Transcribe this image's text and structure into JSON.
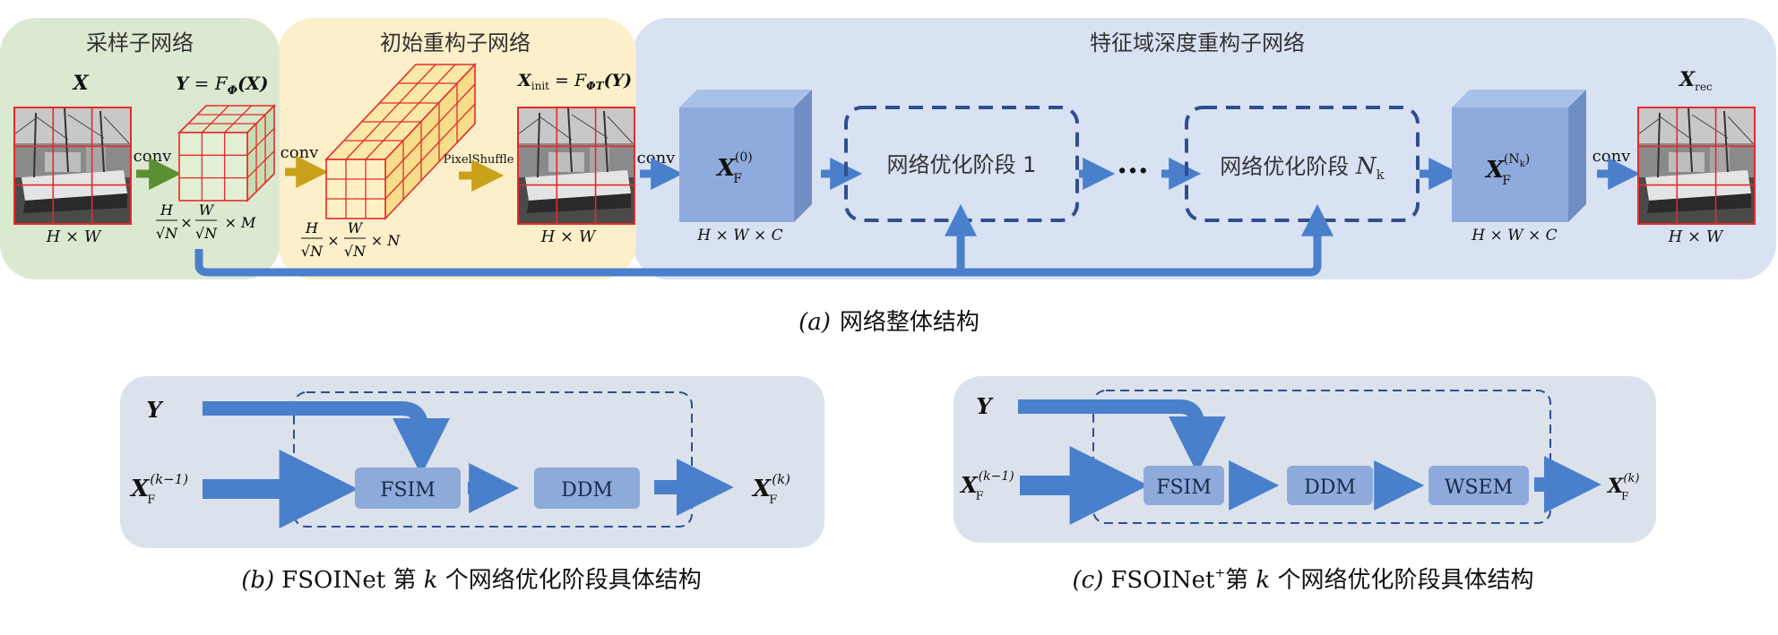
{
  "colors": {
    "sampling_bg": "#dce9d1",
    "initial_bg": "#fcefc9",
    "feature_bg": "#d9e2f3",
    "bottom_bg": "#dbe2ec",
    "arrow_blue": "#4a7fcc",
    "arrow_green": "#5a8f32",
    "arrow_gold": "#c9a21a",
    "cube_blue": "#8faadc",
    "dash_navy": "#2f4f8f",
    "grid_red": "#e52b2b",
    "block_blue": "#8eaadb"
  },
  "part_a": {
    "caption_label": "(a)",
    "caption_text": "网络整体结构",
    "sampling": {
      "title": "采样子网络",
      "input_label": "X",
      "output_label_lhs": "Y",
      "output_label_eq": " = F",
      "output_label_sub": "Φ",
      "output_label_arg": "(X)",
      "conv": "conv",
      "dim_h": "H",
      "dim_w": "W",
      "dim_sqrt": "√N",
      "dim_m": "× M",
      "img_dim": "H × W"
    },
    "initial": {
      "title": "初始重构子网络",
      "conv": "conv",
      "pixelshuffle": "PixelShuffle",
      "output_label": "X",
      "output_sub": "init",
      "output_eq": " = F",
      "output_sub2": "ΦT",
      "output_arg": "(Y)",
      "dim_h": "H",
      "dim_w": "W",
      "dim_sqrt": "√N",
      "dim_n": "× N",
      "img_dim": "H × W"
    },
    "feature": {
      "title": "特征域深度重构子网络",
      "conv_in": "conv",
      "cube_in_label": "X",
      "cube_in_sub": "F",
      "cube_in_sup": "(0)",
      "cube_in_dim": "H × W × C",
      "stage1": "网络优化阶段 1",
      "stageN_text": "网络优化阶段 ",
      "stageN_var": "N",
      "stageN_sub": "k",
      "dots": "···",
      "cube_out_label": "X",
      "cube_out_sub": "F",
      "cube_out_sup": "(N",
      "cube_out_sup_sub": "k",
      "cube_out_sup_close": ")",
      "cube_out_dim": "H × W × C",
      "conv_out": "conv",
      "rec_label": "X",
      "rec_sub": "rec",
      "img_dim": "H × W"
    }
  },
  "part_b": {
    "caption_label": "(b)",
    "caption_text_1": "FSOINet 第 ",
    "caption_var": "k",
    "caption_text_2": " 个网络优化阶段具体结构",
    "y_label": "Y",
    "in_label": "X",
    "in_sub": "F",
    "in_sup": "(k−1)",
    "out_label": "X",
    "out_sub": "F",
    "out_sup": "(k)",
    "blocks": [
      "FSIM",
      "DDM"
    ]
  },
  "part_c": {
    "caption_label": "(c)",
    "caption_text_1": "FSOINet",
    "caption_plus": "+",
    "caption_text_2": "第 ",
    "caption_var": "k",
    "caption_text_3": " 个网络优化阶段具体结构",
    "y_label": "Y",
    "in_label": "X",
    "in_sub": "F",
    "in_sup": "(k−1)",
    "out_label": "X",
    "out_sub": "F",
    "out_sup": "(k)",
    "blocks": [
      "FSIM",
      "DDM",
      "WSEM"
    ]
  }
}
